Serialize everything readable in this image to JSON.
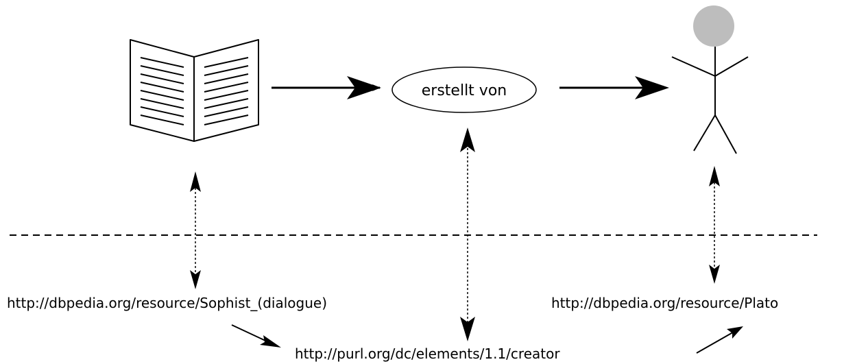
{
  "diagram": {
    "predicate_label": "erstellt von",
    "subject_uri": "http://dbpedia.org/resource/Sophist_(dialogue)",
    "object_uri": "http://dbpedia.org/resource/Plato",
    "predicate_uri": "http://purl.org/dc/elements/1.1/creator"
  },
  "icons": {
    "subject": "open-book-icon",
    "object": "stick-figure-person-icon"
  },
  "colors": {
    "stroke": "#000000",
    "head_fill": "#bdbdbd",
    "background": "#ffffff"
  }
}
